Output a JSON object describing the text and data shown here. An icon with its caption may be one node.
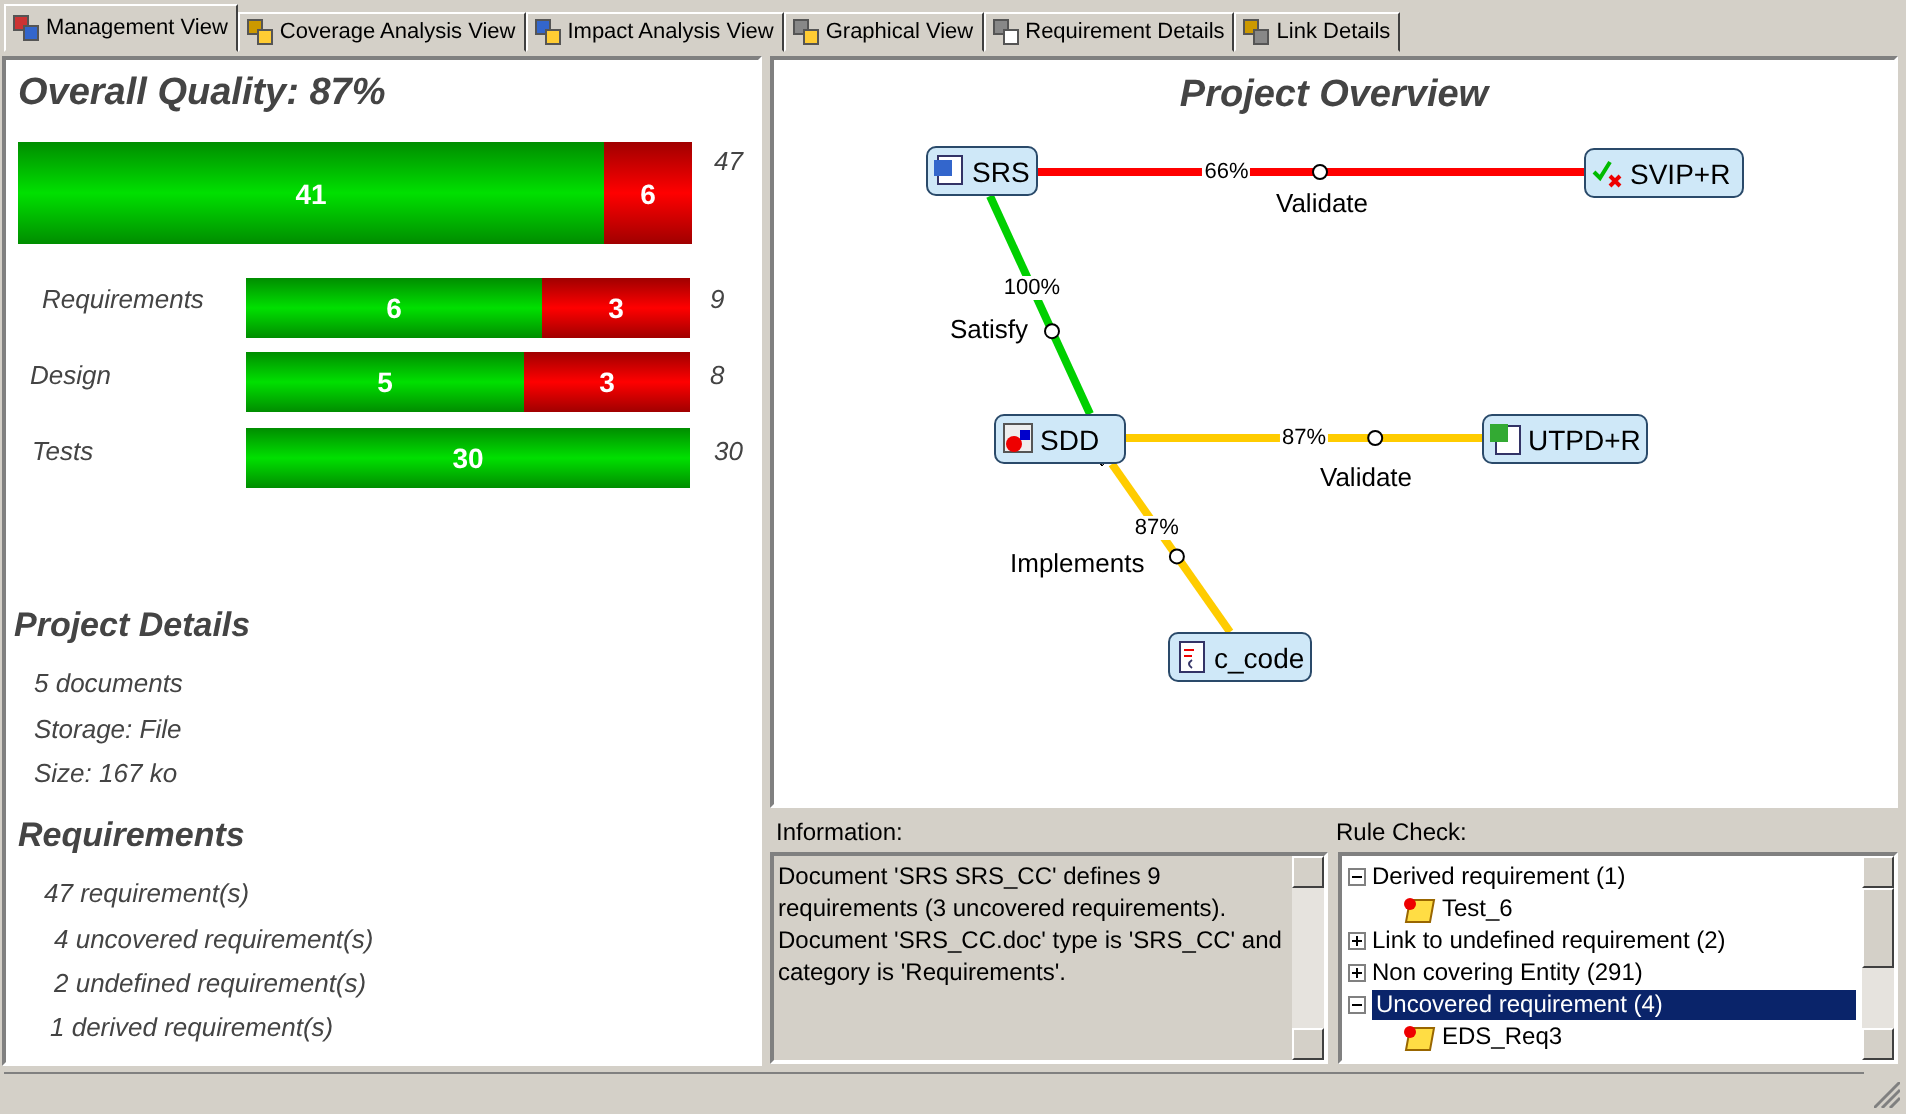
{
  "diagram": {
    "title": "Project Overview",
    "nodes": [
      {
        "text": [
          "SRS"
        ]
      },
      {
        "text": [
          "SVIP+R"
        ]
      },
      {
        "text": [
          "SDD"
        ]
      },
      {
        "text": [
          "UTPD+R"
        ]
      },
      {
        "text": [
          "c_code"
        ]
      }
    ],
    "edges": [
      {
        "from": 1,
        "to": 0,
        "arrow": "to",
        "label": "66%",
        "color": "#ff0000"
      },
      {
        "from": 2,
        "to": 0,
        "arrow": "to",
        "label": "100%",
        "color": "#00d000"
      },
      {
        "from": 3,
        "to": 2,
        "arrow": "to",
        "label": "87%"
      },
      {
        "from": 4,
        "to": 2,
        "arrow": "to",
        "label": "87%"
      }
    ],
    "labels": [
      "Management View",
      "Coverage Analysis View",
      "Impact Analysis View",
      "Graphical View",
      "Requirement Details",
      "Link Details",
      "Overall Quality: 87%",
      "41",
      "6",
      "47",
      "Requirements",
      "6",
      "3",
      "9",
      "Design",
      "5",
      "3",
      "8",
      "Tests",
      "30",
      "30",
      "Validate",
      "Satisfy",
      "Validate",
      "Implements",
      "Project Details",
      "5 documents",
      "Storage: File",
      "Size: 167 ko",
      "Requirements",
      "47 requirement(s)",
      "4 uncovered requirement(s)",
      "2 undefined requirement(s)",
      "1 derived requirement(s)",
      "Information:",
      "Document 'SRS SRS_CC' defines 9 requirements (3 uncovered requirements).",
      "Document 'SRS_CC.doc' type is 'SRS_CC' and category is 'Requirements'.",
      "Rule Check:",
      "Derived requirement (1)",
      "Test_6",
      "Link to undefined requirement (2)",
      "Non covering Entity (291)",
      "Uncovered requirement (4)",
      "EDS_Req3"
    ]
  }
}
